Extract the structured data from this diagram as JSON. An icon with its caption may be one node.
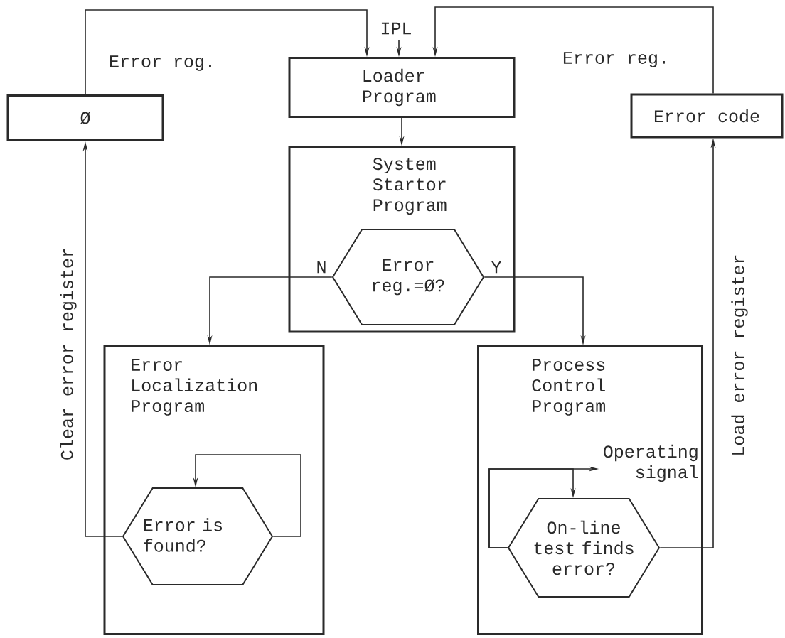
{
  "diagram": {
    "nodes": [
      {
        "text": [
          "Ø"
        ]
      },
      {
        "text": [
          "Loader Program"
        ]
      },
      {
        "text": [
          "System Startor Program"
        ]
      },
      {
        "text": [
          "Error reg.=Ø?"
        ],
        "in": 2
      },
      {
        "text": [
          "Error code"
        ]
      },
      {
        "text": [
          "Error Localization Program"
        ]
      },
      {
        "text": [
          "Error is found?"
        ],
        "in": 5
      },
      {
        "text": [
          "Process Control Program"
        ]
      },
      {
        "text": [
          "On-line test finds error?"
        ],
        "in": 7
      },
      {
        "text": [
          "Operating signal"
        ],
        "in": 7
      }
    ],
    "edges": [
      {
        "from": 6,
        "to": 0,
        "arrow": "to",
        "label": "Clear error register"
      },
      {
        "from": 0,
        "to": 1,
        "arrow": "to",
        "label": "Error rog."
      },
      {
        "from": null,
        "to": 1,
        "arrow": "to",
        "label": "IPL"
      },
      {
        "from": 4,
        "to": 1,
        "arrow": "to",
        "label": "Error reg."
      },
      {
        "from": 1,
        "to": 2,
        "arrow": "to"
      },
      {
        "from": 3,
        "to": 5,
        "arrow": "to",
        "label": "N"
      },
      {
        "from": 3,
        "to": 7,
        "arrow": "to",
        "label": "Y"
      },
      {
        "from": 6,
        "to": 6,
        "arrow": "to"
      },
      {
        "from": 8,
        "to": 8,
        "arrow": "to"
      },
      {
        "from": 8,
        "to": 9,
        "arrow": "to"
      },
      {
        "from": 8,
        "to": 4,
        "arrow": "to",
        "label": "Load error register"
      }
    ]
  }
}
